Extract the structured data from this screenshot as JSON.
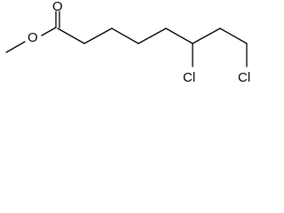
{
  "molecule": {
    "atom_labels": {
      "carbonyl_oxygen": "O",
      "ester_oxygen": "O",
      "chlorine_1": "Cl",
      "chlorine_2": "Cl"
    },
    "colors": {
      "bond": "#000000",
      "label": "#000000",
      "background": "#ffffff"
    }
  }
}
